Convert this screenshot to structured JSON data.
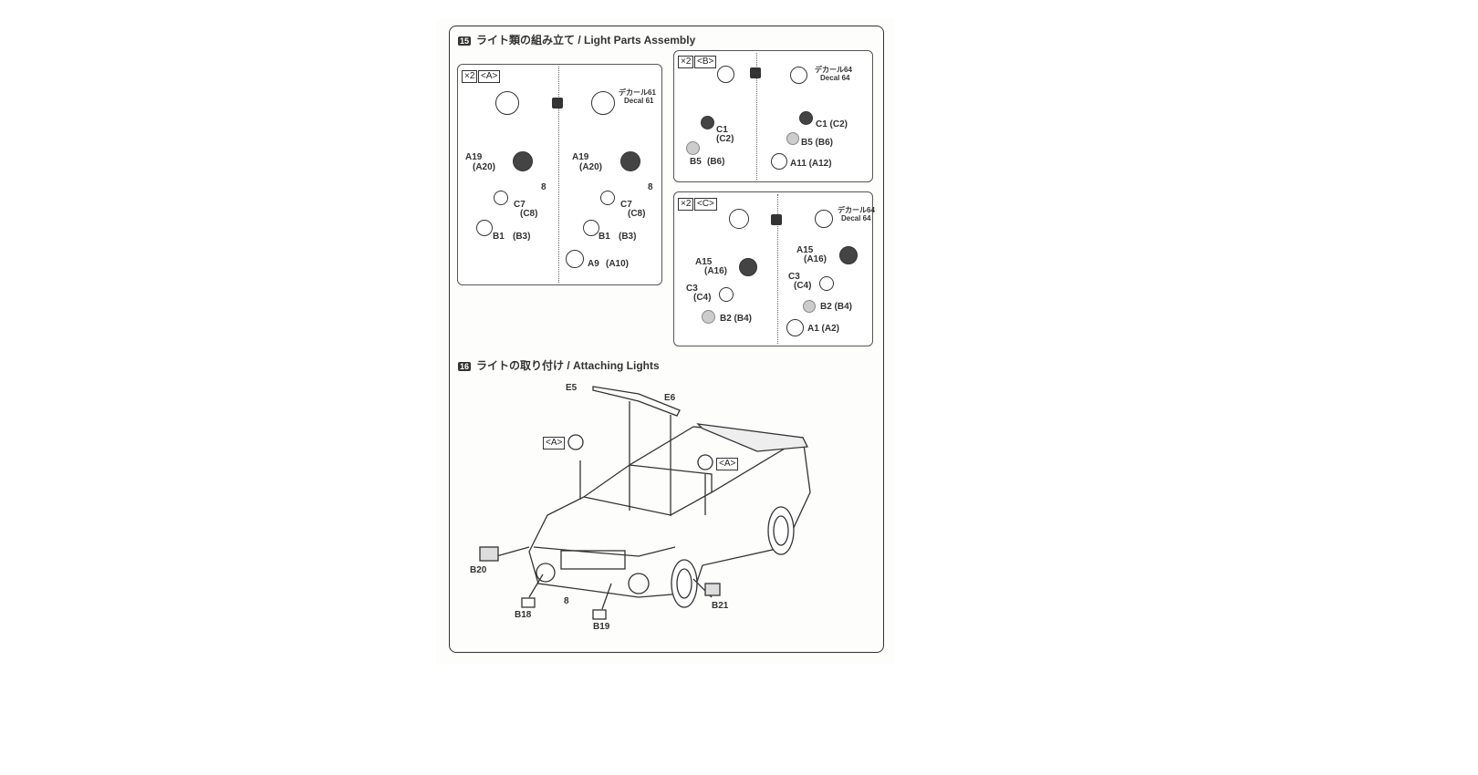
{
  "step15": {
    "number": "15",
    "title": "ライト類の組み立て / Light Parts Assembly",
    "panel_a": {
      "qty": "×2",
      "tag": "<A>",
      "decal_jp": "デカール61",
      "decal_en": "Decal 61",
      "a19": "A19",
      "a20": "(A20)",
      "c7": "C7",
      "c8": "(C8)",
      "b1": "B1",
      "b3": "(B3)",
      "a9": "A9",
      "a10": "(A10)",
      "screw": "8"
    },
    "panel_b": {
      "qty": "×2",
      "tag": "<B>",
      "decal_jp": "デカール64",
      "decal_en": "Decal 64",
      "c1": "C1",
      "c2": "(C2)",
      "b5": "B5",
      "b6": "(B6)",
      "c1_right": "C1 (C2)",
      "b5_right": "B5 (B6)",
      "a11": "A11 (A12)"
    },
    "panel_c": {
      "qty": "×2",
      "tag": "<C>",
      "decal_jp": "デカール64",
      "decal_en": "Decal 64",
      "a15": "A15",
      "a16": "(A16)",
      "c3": "C3",
      "c4": "(C4)",
      "b2": "B2 (B4)",
      "a1": "A1 (A2)"
    }
  },
  "step16": {
    "number": "16",
    "title": "ライトの取り付け / Attaching Lights",
    "labels": {
      "e5": "E5",
      "e6": "E6",
      "tag_a": "<A>",
      "b20": "B20",
      "b18": "B18",
      "b19": "B19",
      "b21": "B21",
      "screw": "8"
    }
  }
}
